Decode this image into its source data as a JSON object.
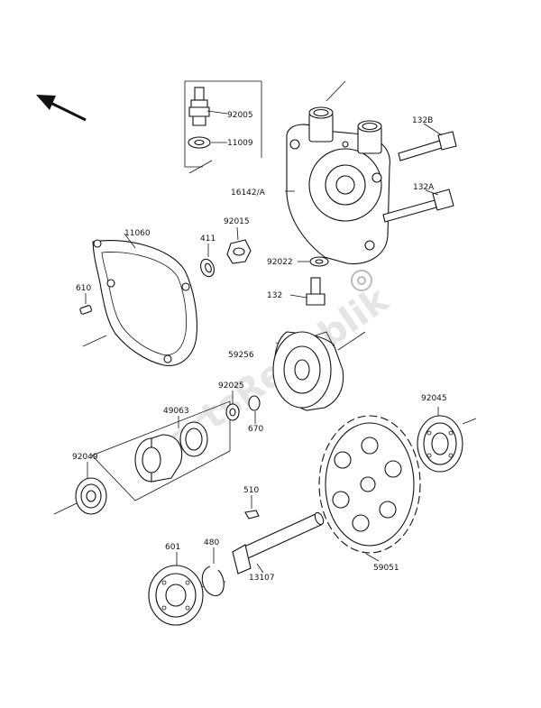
{
  "diagram": {
    "labels": {
      "p92005": "92005",
      "p11009": "11009",
      "p132B": "132B",
      "p16142A": "16142/A",
      "p132A": "132A",
      "p11060": "11060",
      "p411": "411",
      "p92015": "92015",
      "p92022": "92022",
      "p610": "610",
      "p132": "132",
      "p59256": "59256",
      "p49063": "49063",
      "p92025": "92025",
      "p670": "670",
      "p92045": "92045",
      "p92049": "92049",
      "p510": "510",
      "p601": "601",
      "p480": "480",
      "p13107": "13107",
      "p59051": "59051"
    },
    "watermark": "PartsRepublik",
    "direction_arrow": "front-direction-arrow"
  }
}
